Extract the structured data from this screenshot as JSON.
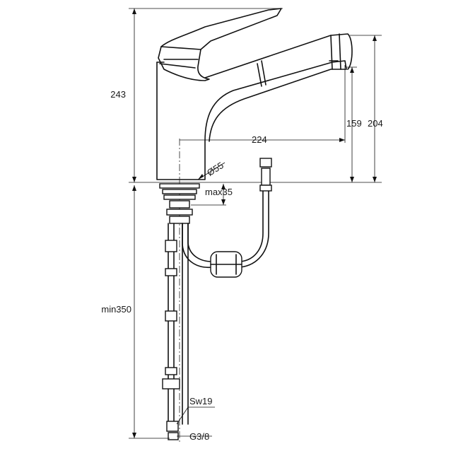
{
  "dimensions": {
    "overall_height": "243",
    "spout_height": "159",
    "outlet_height": "204",
    "spout_reach": "224",
    "base_diameter": "Ø55",
    "max_deck_thickness": "max35",
    "hose_length": "min350",
    "wrench_size": "Sw19",
    "thread": "G3/8"
  }
}
